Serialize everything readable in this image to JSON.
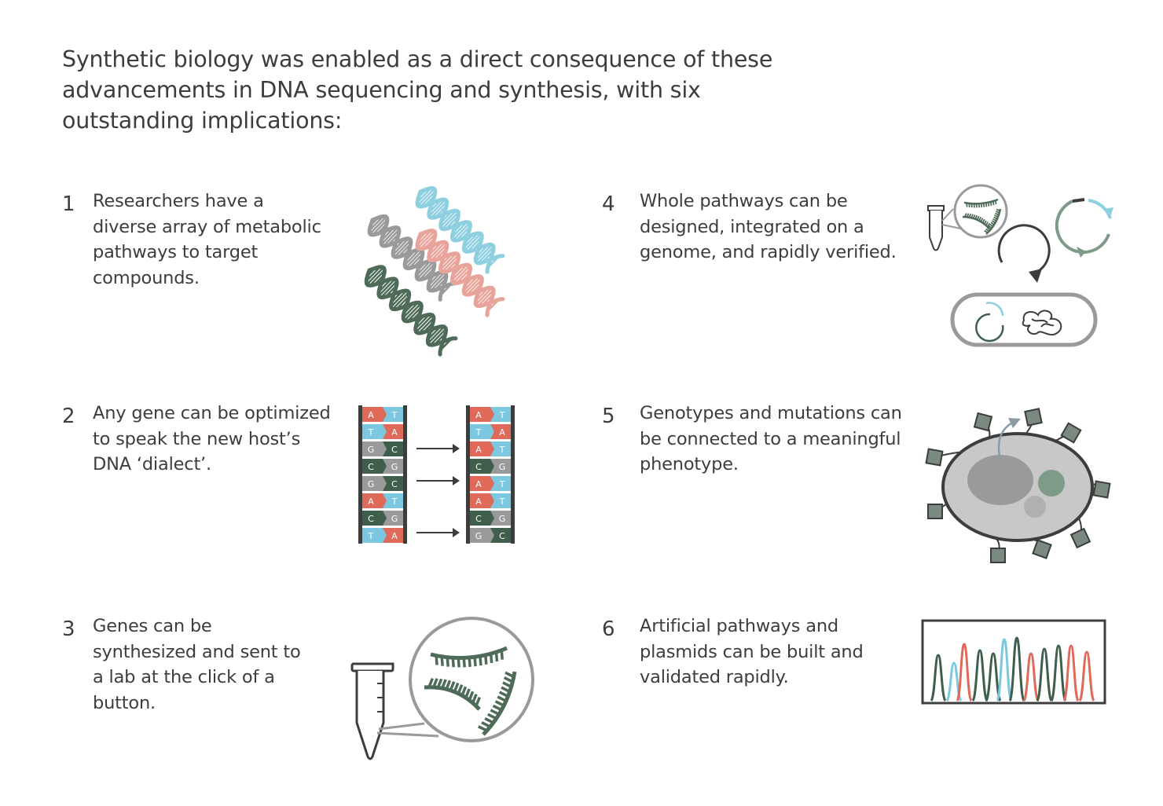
{
  "heading": "Synthetic biology was enabled as a direct consequence of these advancements in DNA sequencing and synthesis, with six outstanding implications:",
  "items": [
    {
      "number": "1",
      "text": "Researchers have a diverse array of metabolic pathways to target compounds."
    },
    {
      "number": "2",
      "text": "Any gene can be optimized to speak the new host’s DNA ‘dialect’."
    },
    {
      "number": "3",
      "text": "Genes can be synthesized and sent to a lab at the click of a button."
    },
    {
      "number": "4",
      "text": "Whole pathways can be designed, integrated on a genome, and rapidly verified."
    },
    {
      "number": "5",
      "text": "Genotypes and mutations can be connected to a meaningful phenotype."
    },
    {
      "number": "6",
      "text": "Artificial pathways and plasmids can be built and validated rapidly."
    }
  ],
  "codon_table": {
    "left": [
      {
        "l": "A",
        "r": "T"
      },
      {
        "l": "T",
        "r": "A"
      },
      {
        "l": "G",
        "r": "C"
      },
      {
        "l": "C",
        "r": "G"
      },
      {
        "l": "G",
        "r": "C"
      },
      {
        "l": "A",
        "r": "T"
      },
      {
        "l": "C",
        "r": "G"
      },
      {
        "l": "T",
        "r": "A"
      }
    ],
    "right": [
      {
        "l": "A",
        "r": "T"
      },
      {
        "l": "T",
        "r": "A"
      },
      {
        "l": "A",
        "r": "T"
      },
      {
        "l": "C",
        "r": "G"
      },
      {
        "l": "A",
        "r": "T"
      },
      {
        "l": "A",
        "r": "T"
      },
      {
        "l": "C",
        "r": "G"
      },
      {
        "l": "G",
        "r": "C"
      }
    ]
  },
  "colors": {
    "text": "#3d3d3d",
    "gray": "#9a9a9a",
    "dark_green": "#4e6b58",
    "sage": "#7e9a88",
    "salmon": "#e8a49a",
    "light_blue": "#8fd0e0",
    "red": "#e06a5a",
    "blue": "#7cc8e0",
    "green": "#3f5e4c",
    "cell_gray": "#c8c8c8"
  }
}
